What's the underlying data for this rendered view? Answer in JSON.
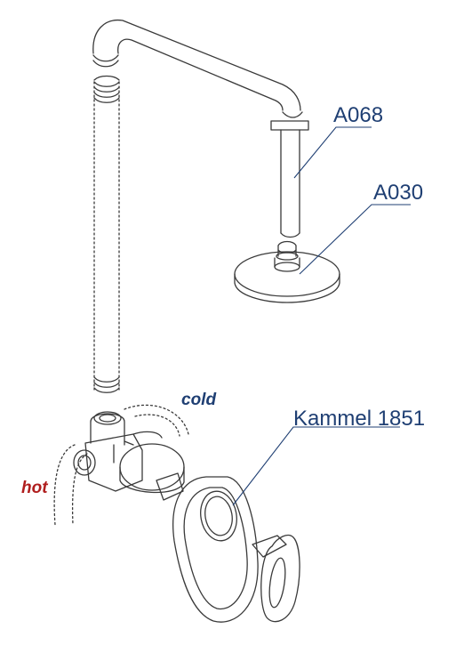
{
  "labels": {
    "arm_part": "A068",
    "head_part": "A030",
    "mixer_model": "Kammel 1851",
    "cold": "cold",
    "hot": "hot"
  },
  "colors": {
    "line": "#3a3a3a",
    "label_blue": "#1f3f73",
    "hot_red": "#b01e1e"
  }
}
